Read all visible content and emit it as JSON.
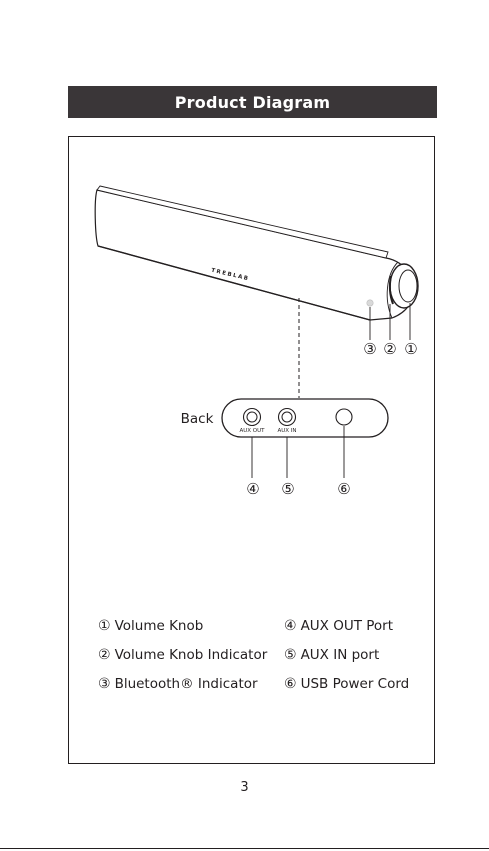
{
  "header": {
    "title": "Product Diagram"
  },
  "diagram": {
    "back_label": "Back",
    "brand_text": "TREBLAB",
    "port_labels": {
      "aux_out": "AUX OUT",
      "aux_in": "AUX IN"
    },
    "callouts": {
      "one": "①",
      "two": "②",
      "three": "③",
      "four": "④",
      "five": "⑤",
      "six": "⑥"
    }
  },
  "legend": [
    {
      "num": "①",
      "label": "Volume Knob"
    },
    {
      "num": "④",
      "label": "AUX OUT Port"
    },
    {
      "num": "②",
      "label": "Volume Knob Indicator"
    },
    {
      "num": "⑤",
      "label": "AUX IN port"
    },
    {
      "num": "③",
      "label": "Bluetooth® Indicator"
    },
    {
      "num": "⑥",
      "label": "USB Power Cord"
    }
  ],
  "footer": {
    "page_number": "3"
  }
}
